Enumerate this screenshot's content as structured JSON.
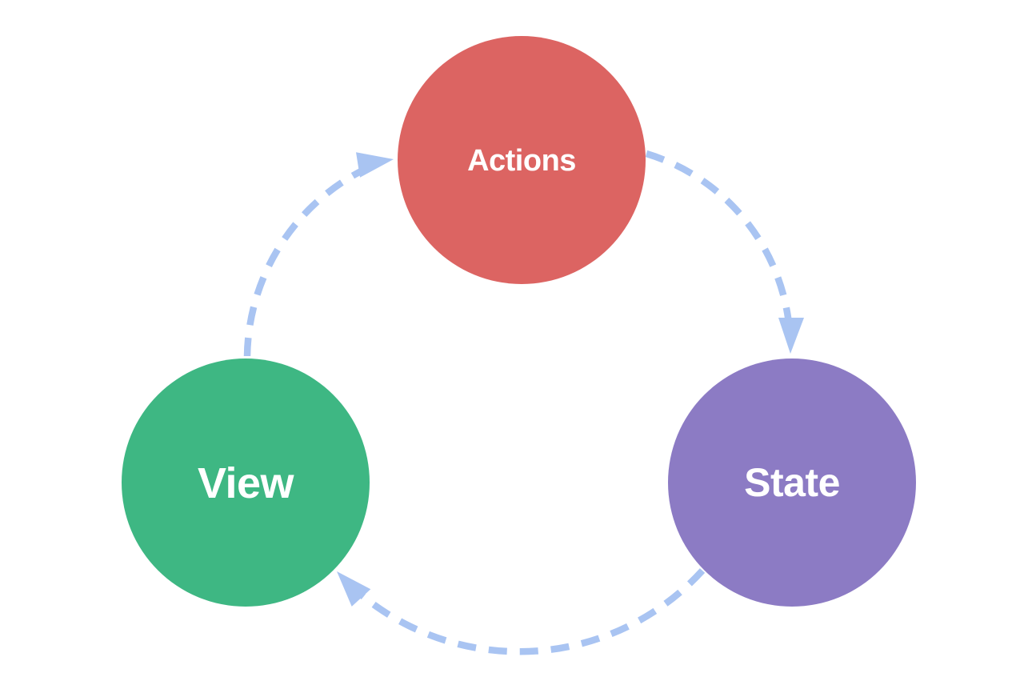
{
  "diagram": {
    "type": "cycle",
    "background_color": "#FFFFFF",
    "arrow_color": "#A9C4F2",
    "label_color": "#FFFFFF",
    "nodes": [
      {
        "id": "actions",
        "label": "Actions",
        "color": "#DC6462",
        "position": "top-center"
      },
      {
        "id": "state",
        "label": "State",
        "color": "#8C7BC4",
        "position": "bottom-right"
      },
      {
        "id": "view",
        "label": "View",
        "color": "#3EB783",
        "position": "bottom-left"
      }
    ],
    "edges": [
      {
        "from": "Actions",
        "to": "State",
        "style": "dashed-arc-arrow"
      },
      {
        "from": "State",
        "to": "View",
        "style": "dashed-arc-arrow"
      },
      {
        "from": "View",
        "to": "Actions",
        "style": "dashed-arc-arrow"
      }
    ]
  }
}
